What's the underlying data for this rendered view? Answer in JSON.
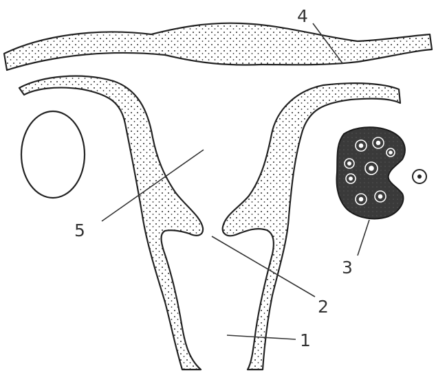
{
  "labels": {
    "l1": "1",
    "l2": "2",
    "l3": "3",
    "l4": "4",
    "l5": "5"
  },
  "colors": {
    "stroke": "#222222",
    "stipple": "#2a2a2a",
    "ovary_fill": "#3a3a3a",
    "background": "#ffffff"
  }
}
